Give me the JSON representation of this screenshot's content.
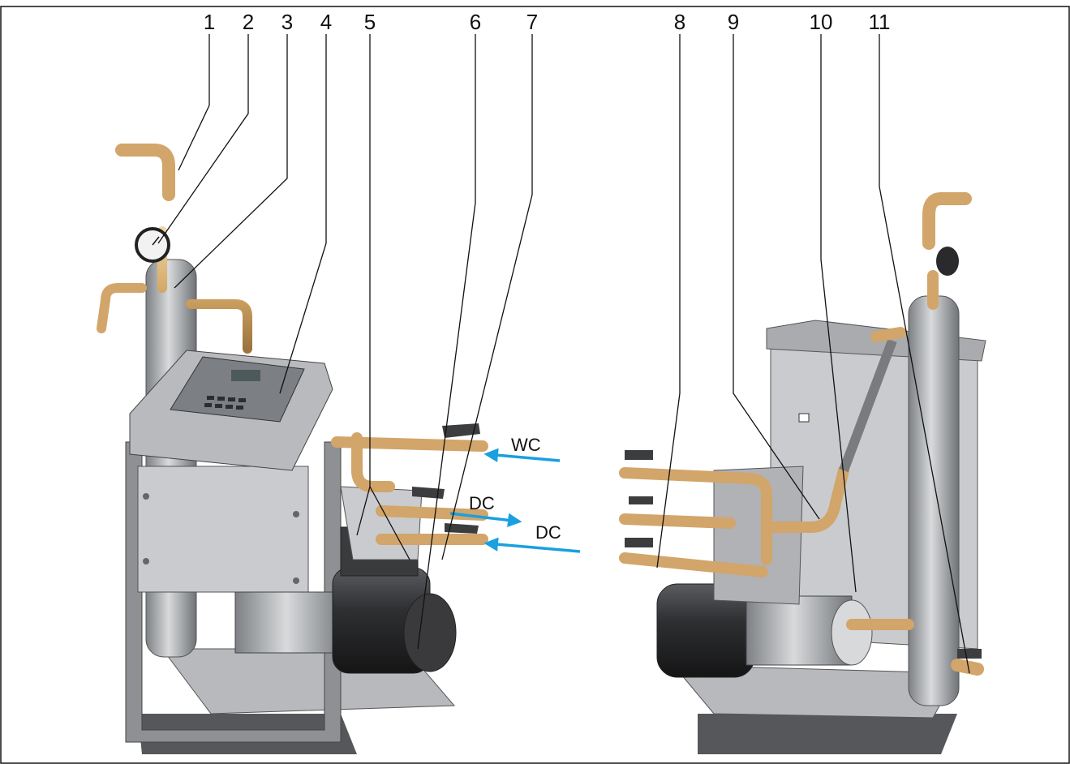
{
  "callouts": [
    "1",
    "2",
    "3",
    "4",
    "5",
    "6",
    "7",
    "8",
    "9",
    "10",
    "11"
  ],
  "flow_labels": {
    "wc": "WC",
    "dc_out": "DC",
    "dc_in": "DC"
  },
  "colors": {
    "brass": "#d9b27a",
    "steel": "#a9abae",
    "frame": "#8e9094",
    "panel": "#c9cbce",
    "flow_arrow": "#1aa0e0",
    "motor": "#3a3a3c"
  }
}
